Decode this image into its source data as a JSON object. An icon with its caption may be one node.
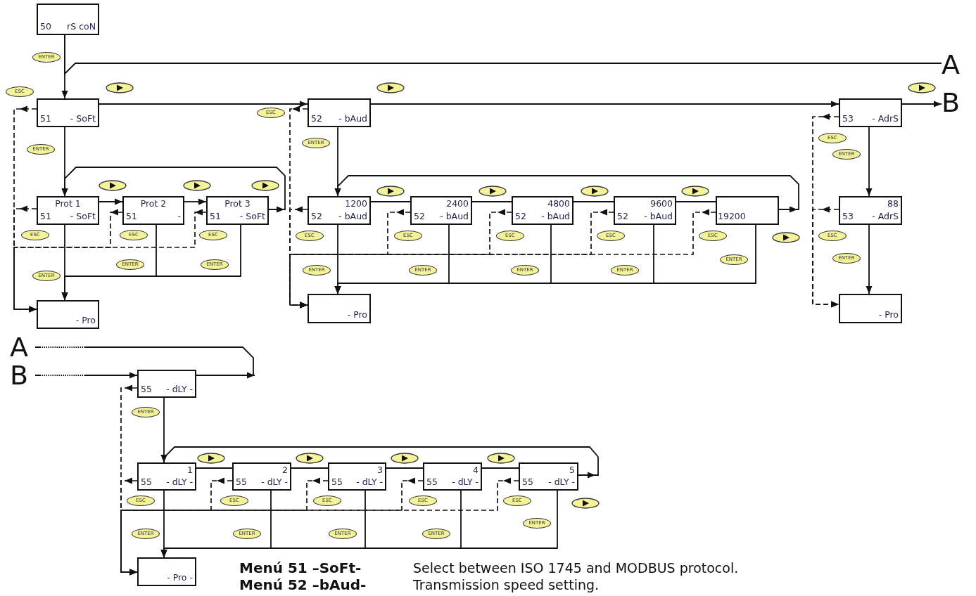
{
  "diagram": {
    "nodes": [
      {
        "text": [
          "50",
          "rS coN"
        ]
      },
      {
        "text": [
          "51",
          "- SoFt"
        ]
      },
      {
        "text": [
          "52",
          "- bAud"
        ]
      },
      {
        "text": [
          "53",
          "- AdrS"
        ]
      },
      {
        "text": [
          "Prot 1",
          "51",
          "- SoFt"
        ]
      },
      {
        "text": [
          "Prot 2",
          "51",
          "-"
        ]
      },
      {
        "text": [
          "Prot 3",
          "51",
          "- SoFt"
        ]
      },
      {
        "text": [
          "1200",
          "52",
          "- bAud"
        ]
      },
      {
        "text": [
          "2400",
          "52",
          "- bAud"
        ]
      },
      {
        "text": [
          "4800",
          "52",
          "- bAud"
        ]
      },
      {
        "text": [
          "9600",
          "52",
          "- bAud"
        ]
      },
      {
        "text": [
          "19200"
        ]
      },
      {
        "text": [
          "88",
          "53",
          "- AdrS"
        ]
      },
      {
        "text": [
          "- Pro"
        ]
      },
      {
        "text": [
          "- Pro"
        ]
      },
      {
        "text": [
          "- Pro"
        ]
      },
      {
        "text": [
          "A"
        ]
      },
      {
        "text": [
          "B"
        ]
      },
      {
        "text": [
          "A"
        ]
      },
      {
        "text": [
          "B"
        ]
      },
      {
        "text": [
          "55",
          "- dLY -"
        ]
      },
      {
        "text": [
          "1",
          "55",
          "- dLY -"
        ]
      },
      {
        "text": [
          "2",
          "55",
          "- dLY -"
        ]
      },
      {
        "text": [
          "3",
          "55",
          "- dLY -"
        ]
      },
      {
        "text": [
          "4",
          "55",
          "- dLY -"
        ]
      },
      {
        "text": [
          "5",
          "55",
          "- dLY -"
        ]
      },
      {
        "text": [
          "- Pro -"
        ]
      }
    ],
    "edges": [
      {
        "from": 0,
        "to": 1,
        "arrow": "to",
        "label": "ENTER"
      },
      {
        "from": 0,
        "to": 16,
        "arrow": "none"
      },
      {
        "from": 1,
        "to": 2,
        "arrow": "to"
      },
      {
        "from": 2,
        "to": 3,
        "arrow": "to"
      },
      {
        "from": 3,
        "to": 17,
        "arrow": "to"
      },
      {
        "from": 1,
        "to": 13,
        "arrow": "to",
        "style": "dashed",
        "label": "ESC"
      },
      {
        "from": 1,
        "to": 4,
        "arrow": "to",
        "label": "ENTER"
      },
      {
        "from": 4,
        "to": 5,
        "arrow": "to"
      },
      {
        "from": 5,
        "to": 6,
        "arrow": "to"
      },
      {
        "from": 6,
        "to": 4,
        "arrow": "to"
      },
      {
        "from": 4,
        "to": 13,
        "arrow": "to",
        "style": "dashed",
        "label": "ESC"
      },
      {
        "from": 5,
        "to": 13,
        "arrow": "to",
        "style": "dashed",
        "label": "ESC"
      },
      {
        "from": 6,
        "to": 13,
        "arrow": "to",
        "style": "dashed",
        "label": "ESC"
      },
      {
        "from": 4,
        "to": 13,
        "arrow": "to",
        "label": "ENTER"
      },
      {
        "from": 5,
        "to": 13,
        "arrow": "to",
        "label": "ENTER"
      },
      {
        "from": 6,
        "to": 13,
        "arrow": "to",
        "label": "ENTER"
      },
      {
        "from": 2,
        "to": 14,
        "arrow": "to",
        "style": "dashed",
        "label": "ESC"
      },
      {
        "from": 2,
        "to": 7,
        "arrow": "to",
        "label": "ENTER"
      },
      {
        "from": 7,
        "to": 8,
        "arrow": "none"
      },
      {
        "from": 8,
        "to": 9,
        "arrow": "none"
      },
      {
        "from": 9,
        "to": 10,
        "arrow": "none"
      },
      {
        "from": 10,
        "to": 11,
        "arrow": "none"
      },
      {
        "from": 11,
        "to": 7,
        "arrow": "to"
      },
      {
        "from": 7,
        "to": 14,
        "arrow": "to",
        "style": "dashed",
        "label": "ESC"
      },
      {
        "from": 8,
        "to": 14,
        "arrow": "to",
        "style": "dashed",
        "label": "ESC"
      },
      {
        "from": 9,
        "to": 14,
        "arrow": "to",
        "style": "dashed",
        "label": "ESC"
      },
      {
        "from": 10,
        "to": 14,
        "arrow": "to",
        "style": "dashed",
        "label": "ESC"
      },
      {
        "from": 11,
        "to": 14,
        "arrow": "to",
        "style": "dashed",
        "label": "ESC"
      },
      {
        "from": 7,
        "to": 14,
        "arrow": "to",
        "label": "ENTER"
      },
      {
        "from": 8,
        "to": 14,
        "arrow": "to",
        "label": "ENTER"
      },
      {
        "from": 9,
        "to": 14,
        "arrow": "to",
        "label": "ENTER"
      },
      {
        "from": 10,
        "to": 14,
        "arrow": "to",
        "label": "ENTER"
      },
      {
        "from": 11,
        "to": 14,
        "arrow": "to",
        "label": "ENTER"
      },
      {
        "from": 3,
        "to": 15,
        "arrow": "to",
        "style": "dashed",
        "label": "ESC"
      },
      {
        "from": 3,
        "to": 12,
        "arrow": "to",
        "label": "ENTER"
      },
      {
        "from": 12,
        "to": 15,
        "arrow": "to",
        "style": "dashed",
        "label": "ESC"
      },
      {
        "from": 12,
        "to": 15,
        "arrow": "to",
        "label": "ENTER"
      },
      {
        "from": 19,
        "to": 20,
        "arrow": "to"
      },
      {
        "from": 18,
        "to": null,
        "arrow": "none"
      },
      {
        "from": 20,
        "to": null,
        "arrow": "to"
      },
      {
        "from": 20,
        "to": 26,
        "arrow": "to",
        "style": "dashed"
      },
      {
        "from": 20,
        "to": 21,
        "arrow": "to",
        "label": "ENTER"
      },
      {
        "from": 21,
        "to": 22,
        "arrow": "none"
      },
      {
        "from": 22,
        "to": 23,
        "arrow": "none"
      },
      {
        "from": 23,
        "to": 24,
        "arrow": "none"
      },
      {
        "from": 24,
        "to": 25,
        "arrow": "none"
      },
      {
        "from": 25,
        "to": 21,
        "arrow": "to"
      },
      {
        "from": 21,
        "to": 26,
        "arrow": "to",
        "style": "dashed",
        "label": "ESC"
      },
      {
        "from": 22,
        "to": 26,
        "arrow": "to",
        "style": "dashed",
        "label": "ESC"
      },
      {
        "from": 23,
        "to": 26,
        "arrow": "to",
        "style": "dashed",
        "label": "ESC"
      },
      {
        "from": 24,
        "to": 26,
        "arrow": "to",
        "style": "dashed",
        "label": "ESC"
      },
      {
        "from": 25,
        "to": 26,
        "arrow": "to",
        "style": "dashed",
        "label": "ESC"
      },
      {
        "from": 21,
        "to": 26,
        "arrow": "to",
        "label": "ENTER"
      },
      {
        "from": 22,
        "to": 26,
        "arrow": "to",
        "label": "ENTER"
      },
      {
        "from": 23,
        "to": 26,
        "arrow": "to",
        "label": "ENTER"
      },
      {
        "from": 24,
        "to": 26,
        "arrow": "to",
        "label": "ENTER"
      },
      {
        "from": 25,
        "to": 26,
        "arrow": "to",
        "label": "ENTER"
      }
    ],
    "labels": [
      "Menú 51 –SoFt-",
      "Select between ISO 1745 and MODBUS protocol.",
      "Menú 52 –bAud-",
      "Transmission speed setting."
    ]
  }
}
